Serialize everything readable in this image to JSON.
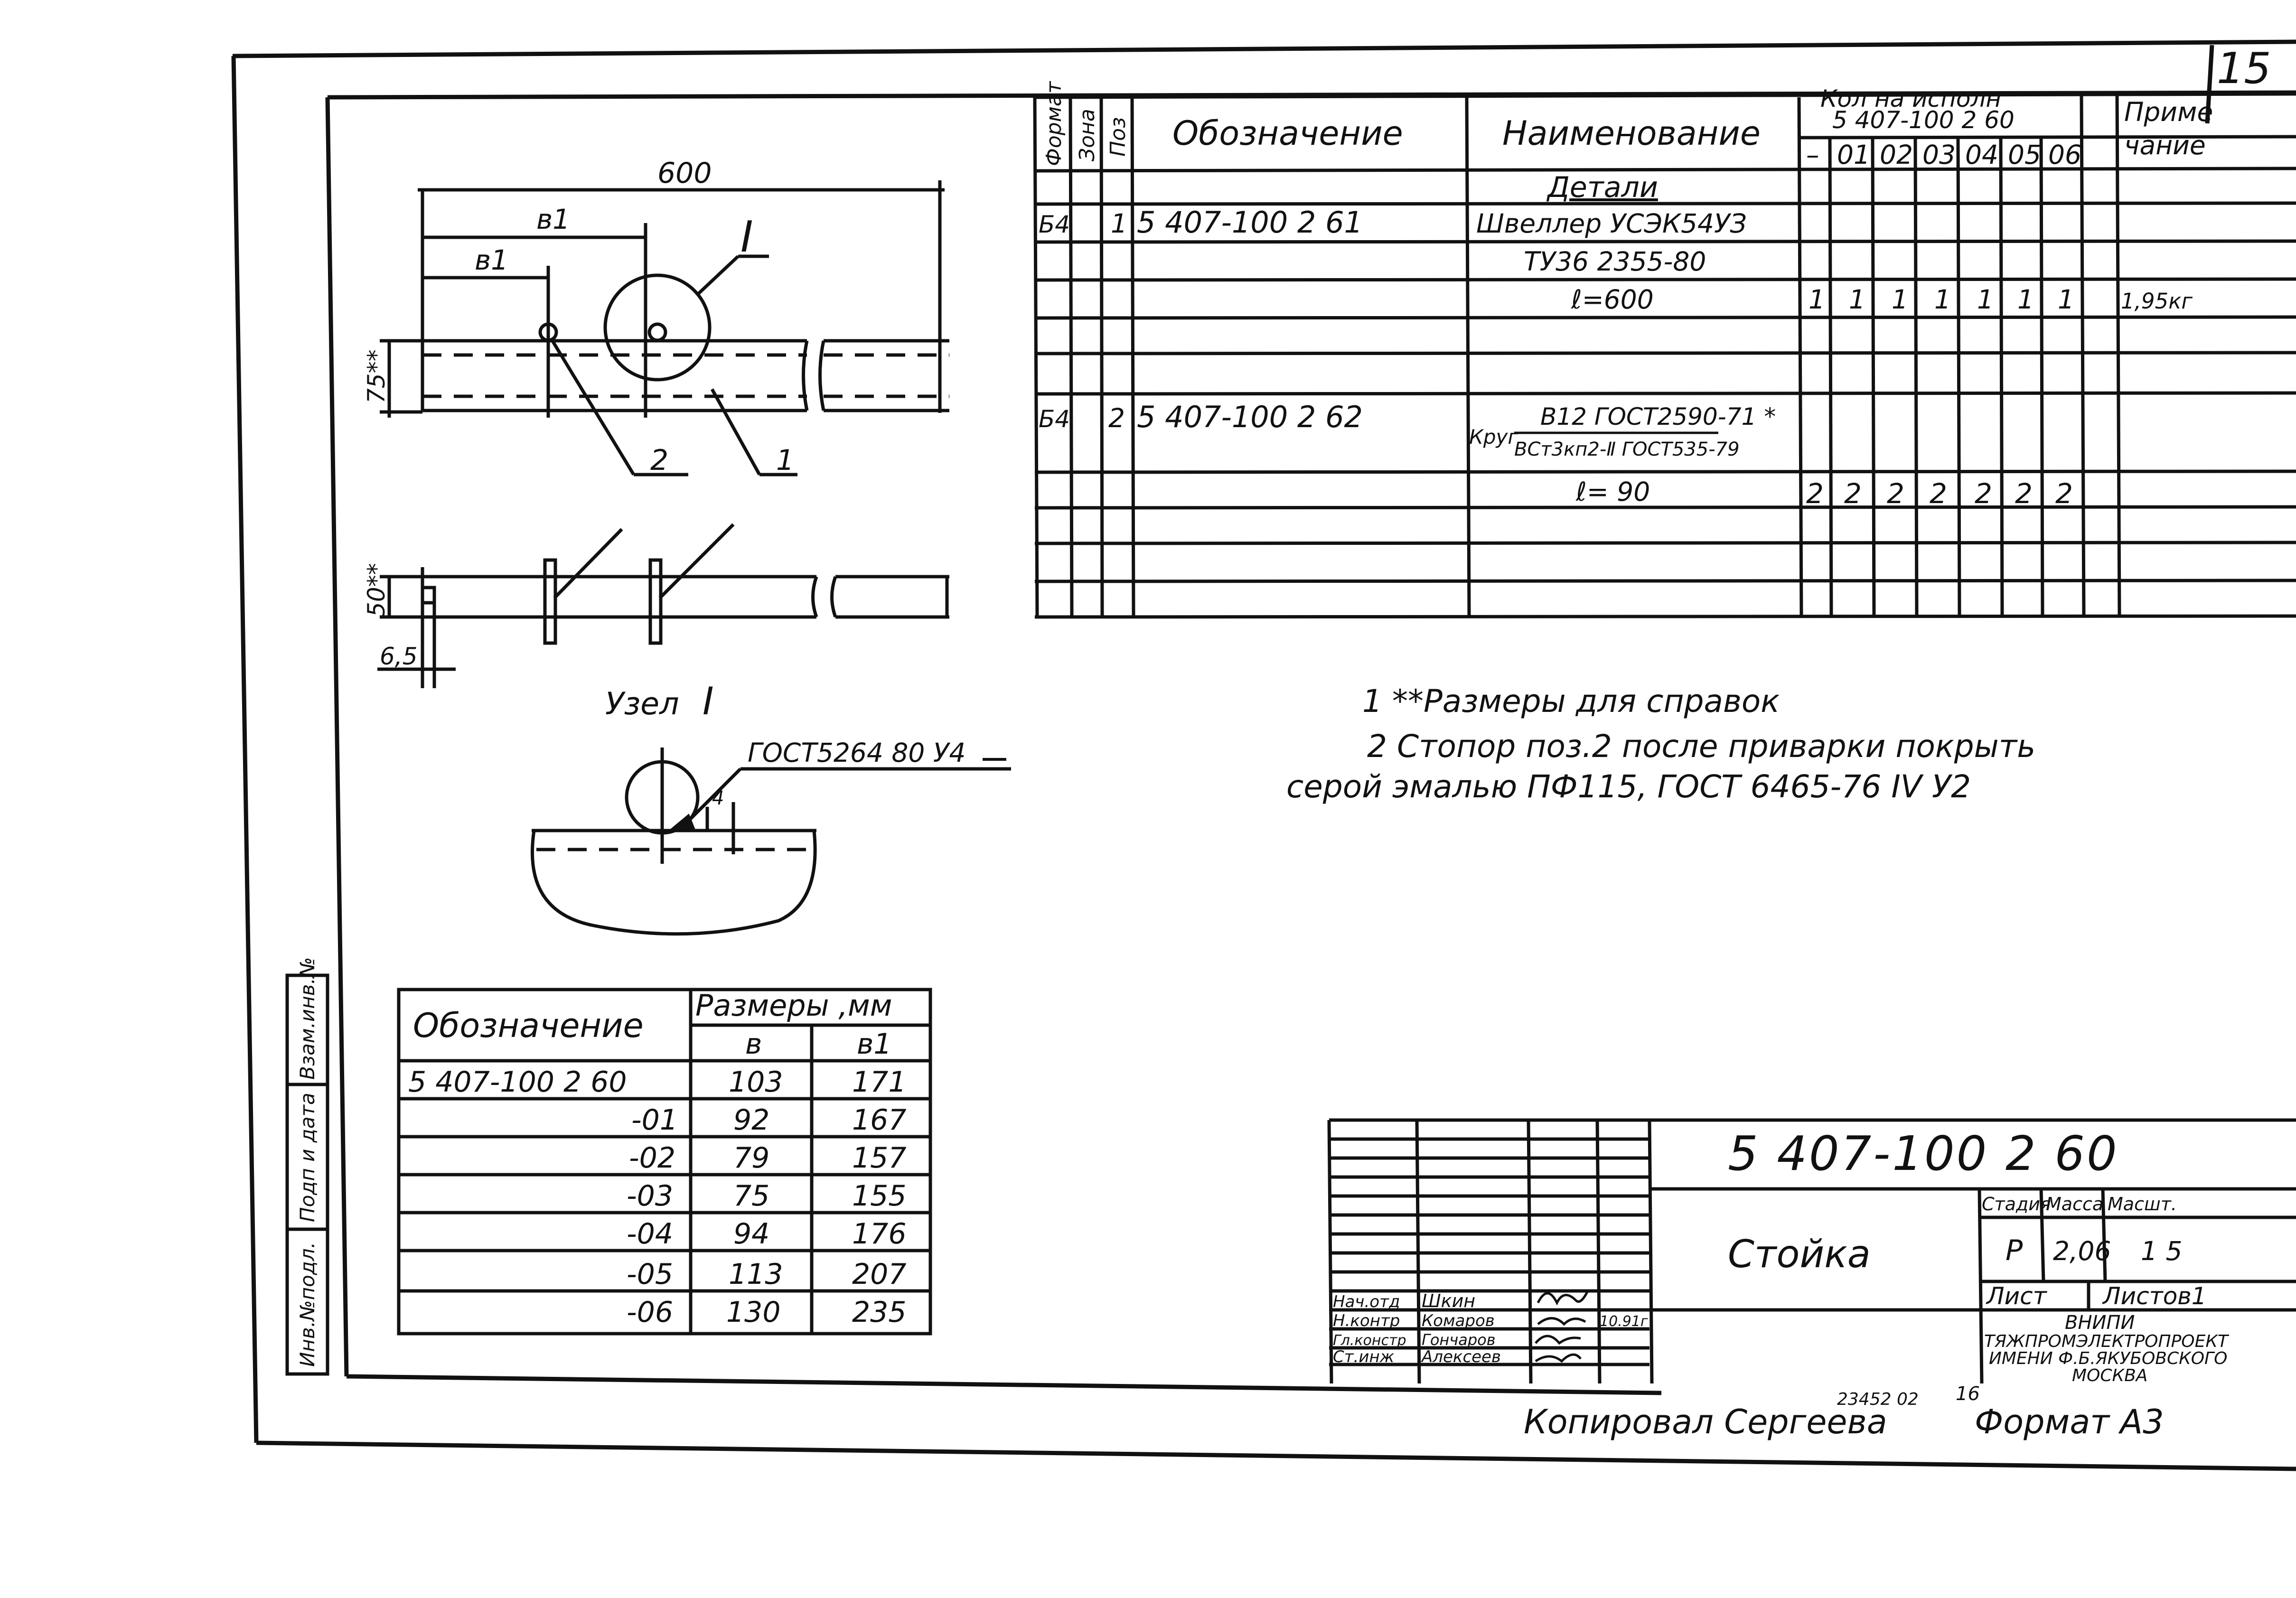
{
  "corner_mark": "15",
  "spec_table": {
    "headers": {
      "format": "Формат",
      "zone": "Зона",
      "pos": "Поз",
      "designation": "Обозначение",
      "name": "Наименование",
      "qty_line1": "Кол на исполн",
      "qty_line2": "5 407-100 2 60",
      "qty_cols": [
        "–",
        "01",
        "02",
        "03",
        "04",
        "05",
        "06"
      ],
      "note_line1": "Приме",
      "note_line2": "чание"
    },
    "section": "Детали",
    "rows": [
      {
        "format": "Б4",
        "pos": "1",
        "designation": "5 407-100 2 61",
        "name": "Швеллер УСЭК54УЗ"
      },
      {
        "name": "ТУ36 2355-80"
      },
      {
        "name": "ℓ=600",
        "qty": [
          "1",
          "1",
          "1",
          "1",
          "1",
          "1",
          "1"
        ],
        "note": "1,95кг"
      },
      {
        "format": "Б4",
        "pos": "2",
        "designation": "5 407-100 2 62",
        "name_prefix": "Круг",
        "name_top": "В12 ГОСТ2590-71 *",
        "name_bottom": "ВСт3кп2-Ⅱ ГОСТ535-79"
      },
      {
        "name": "ℓ= 90",
        "qty": [
          "2",
          "2",
          "2",
          "2",
          "2",
          "2",
          "2"
        ]
      }
    ]
  },
  "drawing": {
    "dim_600": "600",
    "dim_b1_top": "в1",
    "dim_b1_left": "в1",
    "dim_75": "75**",
    "dim_50": "50**",
    "dim_65": "6,5",
    "callout_I": "I",
    "pos_2": "2",
    "pos_1": "1",
    "node_label": "Узел",
    "node_num": "I",
    "weld_note": "ГОСТ5264 80 У4",
    "weld_size": "4"
  },
  "notes": [
    "1 **Размеры для справок",
    "2  Стопор поз.2 после приварки покрыть",
    "серой эмалью ПФ115, ГОСТ 6465-76 IV У2"
  ],
  "dim_table": {
    "h_designation": "Обозначение",
    "h_sizes": "Размеры ,мм",
    "h_b": "в",
    "h_b1": "в1",
    "rows": [
      {
        "d": "5 407-100 2 60",
        "b": "103",
        "b1": "171"
      },
      {
        "d": "-01",
        "b": "92",
        "b1": "167"
      },
      {
        "d": "-02",
        "b": "79",
        "b1": "157"
      },
      {
        "d": "-03",
        "b": "75",
        "b1": "155"
      },
      {
        "d": "-04",
        "b": "94",
        "b1": "176"
      },
      {
        "d": "-05",
        "b": "113",
        "b1": "207"
      },
      {
        "d": "-06",
        "b": "130",
        "b1": "235"
      }
    ]
  },
  "side_stamp": [
    "Инв.№подл.",
    "Подп и дата",
    "Взам.инв.№"
  ],
  "title_block": {
    "doc_number": "5 407-100 2 60",
    "title": "Стойка",
    "h_stage": "Стадия",
    "h_mass": "Масса",
    "h_scale": "Масшт.",
    "stage": "Р",
    "mass": "2,06",
    "scale": "1 5",
    "sheet": "Лист",
    "sheets": "Листов1",
    "org": [
      "ВНИПИ",
      "ТЯЖПРОМЭЛЕКТРОПРОЕКТ",
      "ИМЕНИ Ф.Б.ЯКУБОВСКОГО",
      "МОСКВА"
    ],
    "roles": [
      {
        "role": "Нач.отд",
        "name": "Шкин"
      },
      {
        "role": "Н.контр",
        "name": "Комаров"
      },
      {
        "role": "Гл.констр",
        "name": "Гончаров"
      },
      {
        "role": "Ст.инж",
        "name": "Алексеев"
      }
    ],
    "date": "10.91г"
  },
  "footer": {
    "copied": "Копировал Сергеева",
    "code": "23452 02",
    "page": "16",
    "format": "Формат А3"
  }
}
